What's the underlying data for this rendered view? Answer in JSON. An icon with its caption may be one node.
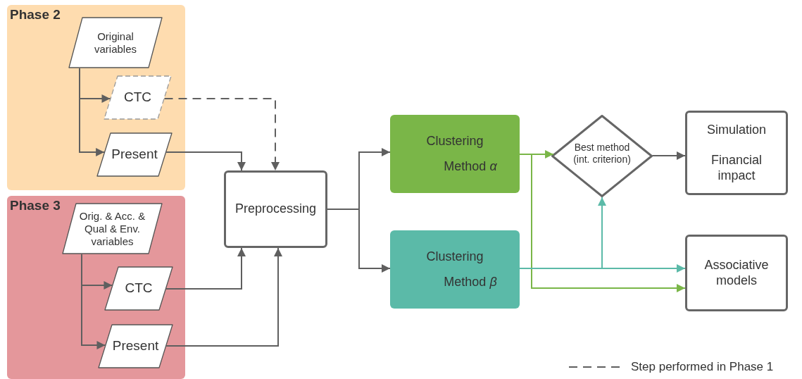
{
  "diagram": {
    "nodes": [
      {
        "text": [
          "Phase 2"
        ]
      },
      {
        "text": [
          "Original variables"
        ],
        "in": 0
      },
      {
        "text": [
          "CTC"
        ],
        "in": 0
      },
      {
        "text": [
          "Present"
        ],
        "in": 0
      },
      {
        "text": [
          "Phase 3"
        ]
      },
      {
        "text": [
          "Orig. & Acc. & Qual & Env. variables"
        ],
        "in": 4
      },
      {
        "text": [
          "CTC"
        ],
        "in": 4
      },
      {
        "text": [
          "Present"
        ],
        "in": 4
      },
      {
        "text": [
          "Preprocessing"
        ]
      },
      {
        "text": [
          "Clustering",
          "Method *α*"
        ]
      },
      {
        "text": [
          "Clustering",
          "Method *β*"
        ]
      },
      {
        "text": [
          "Best method (int. criterion)"
        ]
      },
      {
        "text": [
          "Simulation",
          "Financial impact"
        ]
      },
      {
        "text": [
          "Associative models"
        ]
      }
    ],
    "edges": [
      {
        "from": 1,
        "to": 2,
        "arrow": "to"
      },
      {
        "from": 1,
        "to": 3,
        "arrow": "to"
      },
      {
        "from": 2,
        "to": 8,
        "arrow": "to",
        "style": "dashed"
      },
      {
        "from": 3,
        "to": 8,
        "arrow": "to"
      },
      {
        "from": 5,
        "to": 6,
        "arrow": "to"
      },
      {
        "from": 5,
        "to": 7,
        "arrow": "to"
      },
      {
        "from": 6,
        "to": 8,
        "arrow": "to"
      },
      {
        "from": 7,
        "to": 8,
        "arrow": "to"
      },
      {
        "from": 8,
        "to": 9,
        "arrow": "to"
      },
      {
        "from": 8,
        "to": 10,
        "arrow": "to"
      },
      {
        "from": 9,
        "to": 11,
        "arrow": "to",
        "color": "#7ab648"
      },
      {
        "from": 9,
        "to": 13,
        "arrow": "to",
        "color": "#7ab648"
      },
      {
        "from": 10,
        "to": 11,
        "arrow": "to",
        "color": "#5bbaa8"
      },
      {
        "from": 10,
        "to": 13,
        "arrow": "to",
        "color": "#5bbaa8"
      },
      {
        "from": 11,
        "to": 12,
        "arrow": "to"
      }
    ],
    "legend": [
      {
        "text": "Step performed in Phase 1"
      }
    ]
  }
}
